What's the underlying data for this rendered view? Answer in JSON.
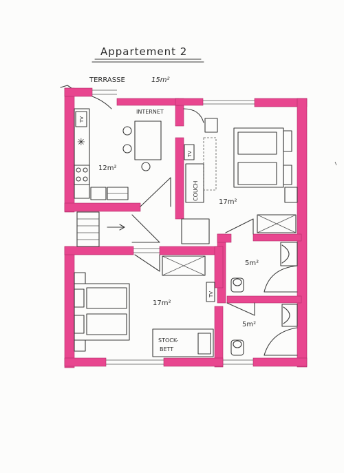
{
  "title": "Appartement 2",
  "terrace": {
    "label": "TERRASSE",
    "area": "15m²"
  },
  "rooms": {
    "kitchen_area": "12m²",
    "living_area": "17m²",
    "bedroom_area": "17m²",
    "bath_upper_area": "5m²",
    "bath_lower_area": "5m²"
  },
  "labels": {
    "internet": "INTERNET",
    "couch": "COUCH",
    "tv": "TV",
    "stockbett_line1": "STOCK-",
    "stockbett_line2": "BETT"
  },
  "colors": {
    "wall": "#e8468f",
    "ink": "#3a3a3a",
    "paper": "#fcfcfb"
  }
}
